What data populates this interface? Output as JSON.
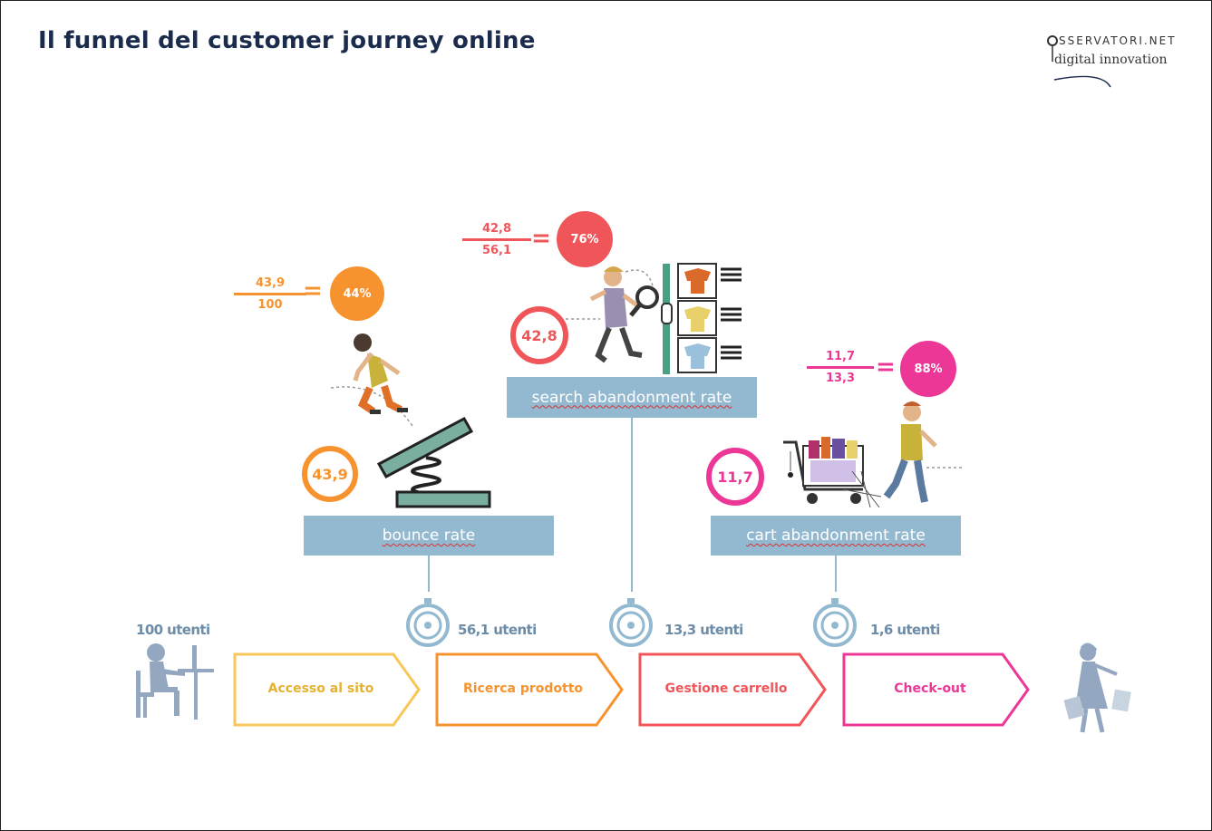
{
  "title": "Il funnel del customer journey online",
  "logo": {
    "line1": "SSERVATORI.NET",
    "line2": "digital innovation"
  },
  "colors": {
    "yellow": "#f8c75a",
    "orange": "#f7932f",
    "red": "#f0555a",
    "pink": "#ec3797",
    "label_blue": "#93b9d1",
    "users_blue": "#6d8ca8"
  },
  "metrics": [
    {
      "name": "bounce rate",
      "value": "43,9",
      "numerator": "43,9",
      "denominator": "100",
      "percent": "44%"
    },
    {
      "name": "search abandonment rate",
      "value": "42,8",
      "numerator": "42,8",
      "denominator": "56,1",
      "percent": "76%"
    },
    {
      "name": "cart abandonment rate",
      "value": "11,7",
      "numerator": "11,7",
      "denominator": "13,3",
      "percent": "88%"
    }
  ],
  "users": [
    "100 utenti",
    "56,1 utenti",
    "13,3 utenti",
    "1,6 utenti"
  ],
  "stages": [
    "Accesso al sito",
    "Ricerca prodotto",
    "Gestione carrello",
    "Check-out"
  ],
  "icons": [
    "desk-user-icon",
    "jumping-man-icon",
    "spring-board-icon",
    "shopping-man-icon",
    "magnifier-icon",
    "clothes-rack-icon",
    "walking-man-icon",
    "shopping-cart-icon",
    "stopwatch-icon",
    "shopper-woman-icon"
  ]
}
